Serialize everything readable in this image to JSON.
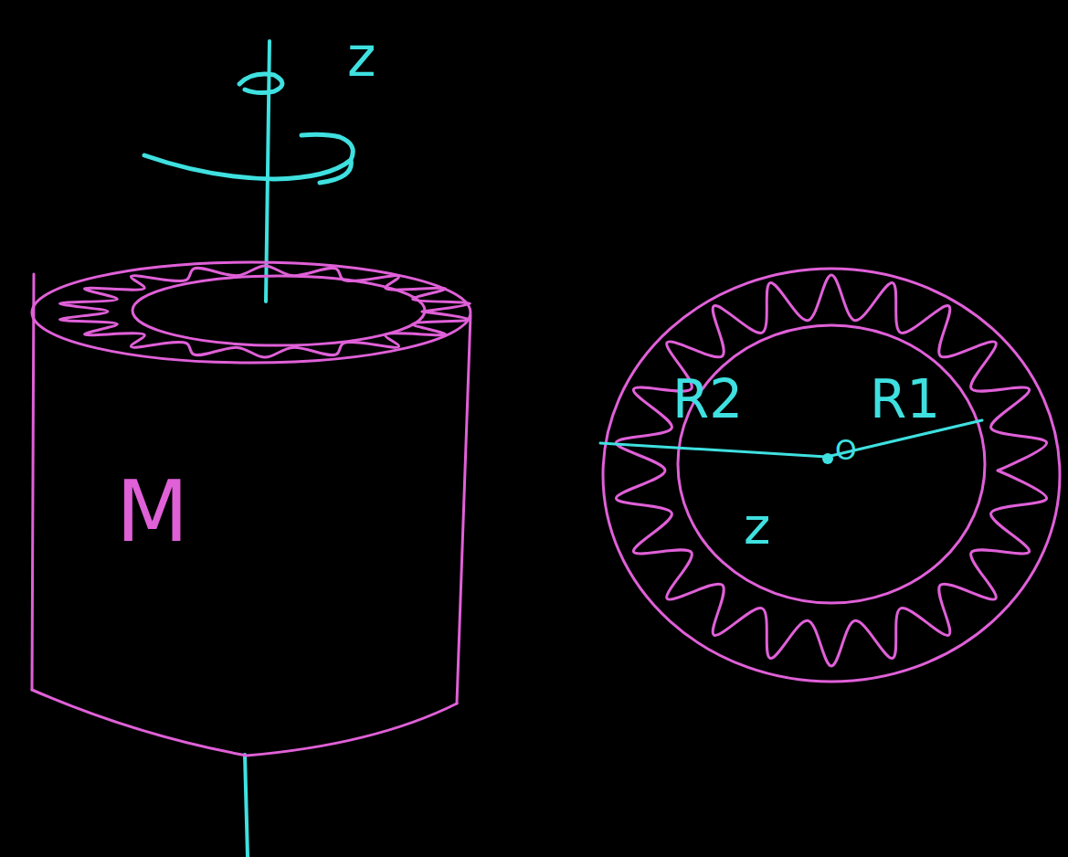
{
  "diagram": {
    "nodes": [
      {
        "text": [
          "M"
        ]
      }
    ],
    "labels": [
      "z",
      "R2",
      "R1",
      "O",
      "z"
    ]
  }
}
